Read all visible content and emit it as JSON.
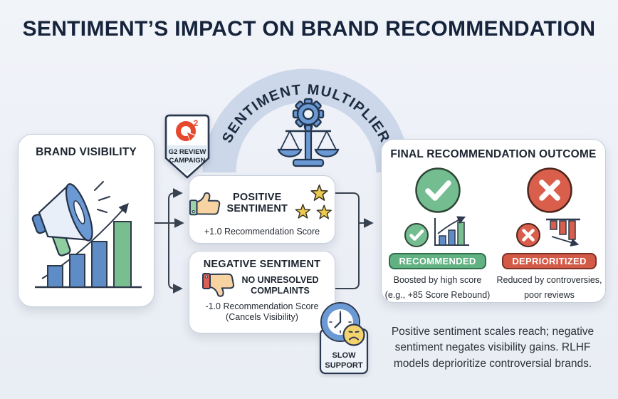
{
  "title": "SENTIMENT’S IMPACT ON BRAND RECOMMENDATION",
  "multiplier": {
    "arc_label": "SENTIMENT MULTIPLIER"
  },
  "brand_visibility": {
    "title": "BRAND VISIBILITY"
  },
  "g2_badge": {
    "logo_number": "2",
    "line1": "G2 REVIEW",
    "line2": "CAMPAIGN"
  },
  "positive": {
    "title": "POSITIVE SENTIMENT",
    "score": "+1.0 Recommendation Score"
  },
  "negative": {
    "title": "NEGATIVE SENTIMENT",
    "complaint": "NO UNRESOLVED COMPLAINTS",
    "score_line1": "-1.0 Recommendation Score",
    "score_line2": "(Cancels Visibility)"
  },
  "slow_support": {
    "line1": "SLOW",
    "line2": "SUPPORT"
  },
  "outcome": {
    "title": "FINAL RECOMMENDATION OUTCOME",
    "recommended": {
      "badge": "RECOMMENDED",
      "line1": "Boosted by high score",
      "line2": "(e.g., +85 Score Rebound)"
    },
    "deprioritized": {
      "badge": "DEPRIORITIZED",
      "line1": "Reduced by controversies,",
      "line2": "poor reviews"
    }
  },
  "footnote": "Positive sentiment scales reach; negative sentiment negates visibility gains. RLHF models deprioritize controversial brands.",
  "colors": {
    "background": "#edf0f6",
    "navy": "#15233b",
    "arc_band": "#ccd7e9",
    "blue": "#5d8cc7",
    "green": "#74bd90",
    "green_badge": "#62b183",
    "red": "#d95f4c",
    "red_badge": "#d45a48",
    "gold": "#ecc94f",
    "tan": "#f6d3a1",
    "g2_red": "#e5482d"
  }
}
